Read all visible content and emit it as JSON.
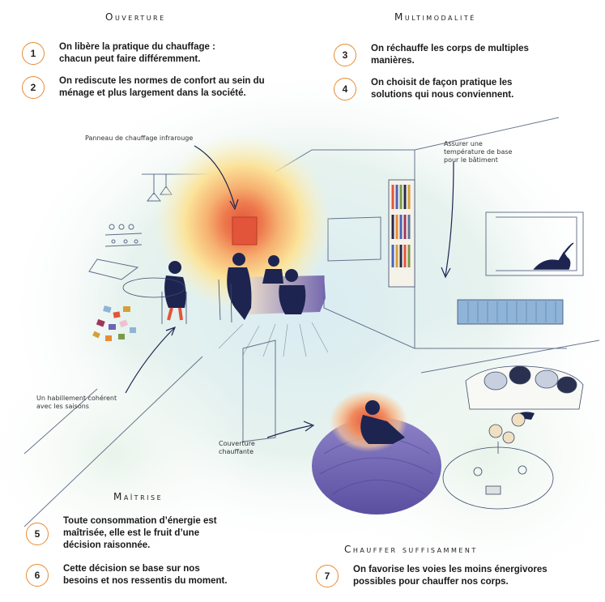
{
  "sections": {
    "ouverture": {
      "title": "Ouverture",
      "items": [
        {
          "num": "1",
          "text": "On libère la pratique du chauffage : chacun peut faire différemment."
        },
        {
          "num": "2",
          "text": "On rediscute les normes de confort au sein du ménage et plus largement dans la société."
        }
      ]
    },
    "multimodalite": {
      "title": "Multimodalité",
      "items": [
        {
          "num": "3",
          "text": "On réchauffe les corps de multiples manières."
        },
        {
          "num": "4",
          "text": "On choisit de façon pratique les solutions qui nous conviennent."
        }
      ]
    },
    "maitrise": {
      "title": "Maîtrise",
      "items": [
        {
          "num": "5",
          "text": "Toute consommation d’énergie est maîtrisée, elle est le fruit d’une décision raisonnée."
        },
        {
          "num": "6",
          "text": "Cette décision se base sur nos besoins et nos ressentis du moment."
        }
      ]
    },
    "chauffer": {
      "title": "Chauffer suffisamment",
      "items": [
        {
          "num": "7",
          "text": "On favorise les voies les moins énergivores possibles pour chauffer nos corps."
        }
      ]
    }
  },
  "annotations": {
    "panneau": "Panneau de chauffage infrarouge",
    "temperature": "Assurer une température de base pour le bâtiment",
    "habillement": "Un habillement cohérent avec les saisons",
    "couverture": "Couverture chauffante"
  },
  "colors": {
    "accent_orange": "#e98b34",
    "wash_blue": "#cfe6f0",
    "wash_mint": "#dff0e8",
    "heat_yellow": "#fbe9a0",
    "heat_red": "#e2553a",
    "pouf_purple": "#6f63b2",
    "radiator_blue": "#8fb4d8",
    "silhouette": "#1d2450"
  }
}
